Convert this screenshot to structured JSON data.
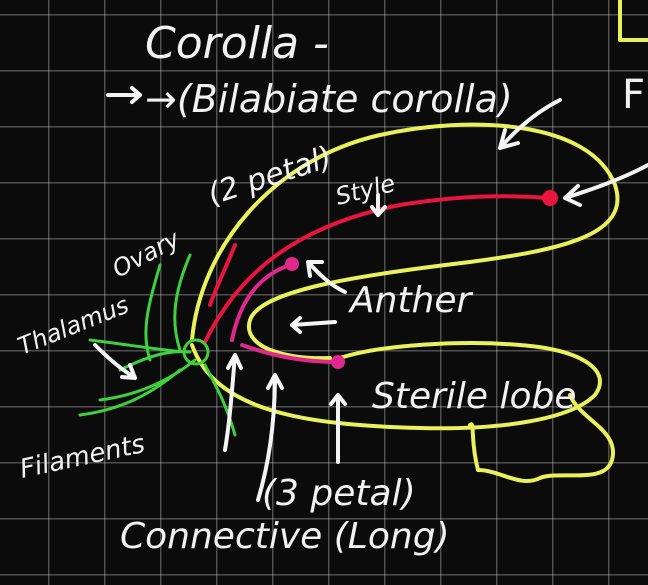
{
  "labels": {
    "heading": "Corolla -",
    "corolla_type": "→(Bilabiate corolla)",
    "upper_lip": "(2 petal)",
    "style": "Style",
    "ovary": "Ovary",
    "thalamus": "Thalamus",
    "anther": "Anther",
    "sterile_lobe": "Sterile lobe",
    "filament": "Filaments",
    "lower_lip": "(3 petal)",
    "connective": "Connective (Long)",
    "edge_letter": "F"
  },
  "colors": {
    "board": "#0b0b0c",
    "chalk_white": "#f2f2f2",
    "corolla_yellow": "#e9f25a",
    "style_red": "#e8153e",
    "anther_magenta": "#e0288c",
    "thalamus_green": "#3fd03f"
  }
}
